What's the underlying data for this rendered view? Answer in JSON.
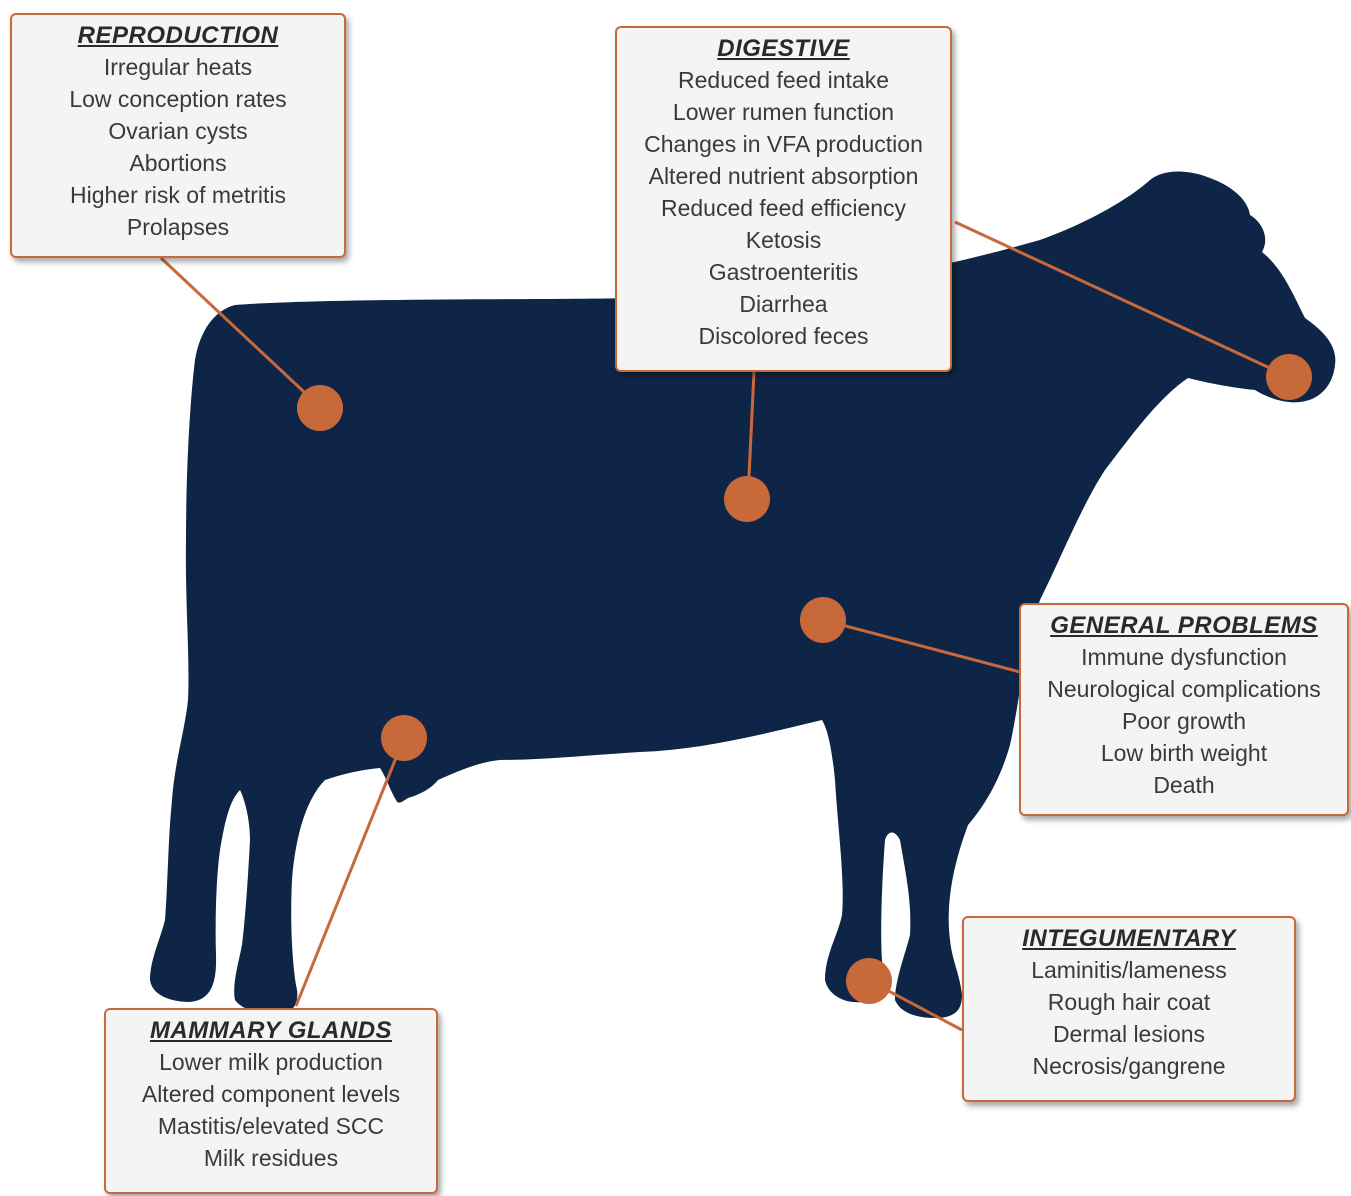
{
  "colors": {
    "cow": "#0f2547",
    "accent": "#c8693a",
    "box_bg": "#f4f4f4",
    "text": "#3a3a3a"
  },
  "categories": {
    "reproduction": {
      "title": "REPRODUCTION",
      "items": [
        "Irregular heats",
        "Low conception rates",
        "Ovarian cysts",
        "Abortions",
        "Higher risk of metritis",
        "Prolapses"
      ]
    },
    "digestive": {
      "title": "DIGESTIVE",
      "items": [
        "Reduced feed intake",
        "Lower rumen function",
        "Changes in VFA production",
        "Altered nutrient absorption",
        "Reduced feed efficiency",
        "Ketosis",
        "Gastroenteritis",
        "Diarrhea",
        "Discolored feces"
      ]
    },
    "general": {
      "title": "GENERAL PROBLEMS",
      "items": [
        "Immune dysfunction",
        "Neurological complications",
        "Poor growth",
        "Low birth weight",
        "Death"
      ]
    },
    "integumentary": {
      "title": "INTEGUMENTARY",
      "items": [
        "Laminitis/lameness",
        "Rough hair coat",
        "Dermal lesions",
        "Necrosis/gangrene"
      ]
    },
    "mammary": {
      "title": "MAMMARY GLANDS",
      "items": [
        "Lower milk production",
        "Altered component levels",
        "Mastitis/elevated SCC",
        "Milk residues"
      ]
    }
  }
}
